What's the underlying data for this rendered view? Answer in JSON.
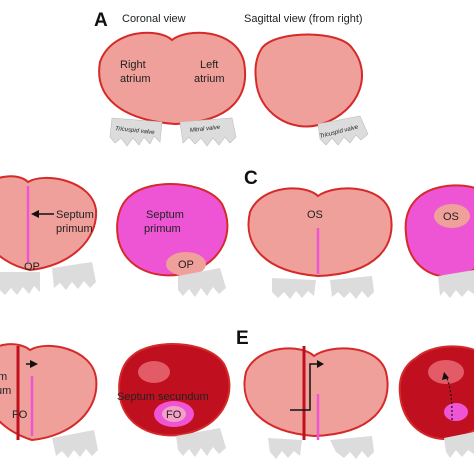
{
  "panels": {
    "a": "A",
    "c": "C",
    "e": "E"
  },
  "views": {
    "coronal": "Coronal view",
    "sagittal": "Sagittal view (from right)"
  },
  "chambers": {
    "right_l1": "Right",
    "right_l2": "atrium",
    "left_l1": "Left",
    "left_l2": "atrium"
  },
  "valves": {
    "tricuspid": "Tricuspid valve",
    "mitral": "Mitral valve"
  },
  "labels": {
    "septum_primum_l1": "Septum",
    "septum_primum_l2": "primum",
    "op": "OP",
    "os": "OS",
    "fo": "FO",
    "septum_secundum": "Septum secundum",
    "partial_l1": "m",
    "partial_l2": "um"
  },
  "colors": {
    "atrium": "#f0a09a",
    "outline": "#d42a2a",
    "septum_primum": "#ee55d4",
    "septum_secundum": "#c00f1e",
    "valve": "#dcdcdc"
  }
}
